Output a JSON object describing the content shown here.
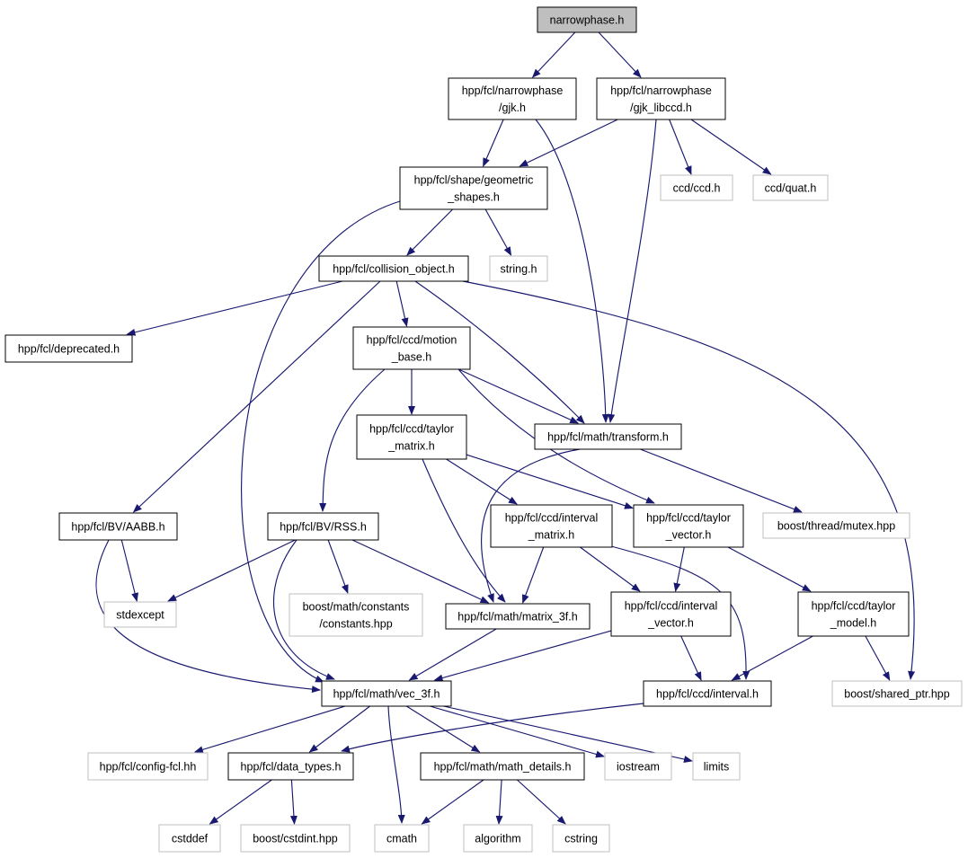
{
  "graph": {
    "edge_color": "#191970",
    "root_fill": "#bfbfbf",
    "local_border": "#000000",
    "system_border": "#bfbfbf",
    "nodes": [
      {
        "id": "narrowphase",
        "lines": [
          "narrowphase.h"
        ],
        "kind": "root"
      },
      {
        "id": "gjk",
        "lines": [
          "hpp/fcl/narrowphase",
          "/gjk.h"
        ],
        "kind": "local"
      },
      {
        "id": "gjk_libccd",
        "lines": [
          "hpp/fcl/narrowphase",
          "/gjk_libccd.h"
        ],
        "kind": "local"
      },
      {
        "id": "geometric_shapes",
        "lines": [
          "hpp/fcl/shape/geometric",
          "_shapes.h"
        ],
        "kind": "local"
      },
      {
        "id": "ccd",
        "lines": [
          "ccd/ccd.h"
        ],
        "kind": "system"
      },
      {
        "id": "quat",
        "lines": [
          "ccd/quat.h"
        ],
        "kind": "system"
      },
      {
        "id": "collision_object",
        "lines": [
          "hpp/fcl/collision_object.h"
        ],
        "kind": "local"
      },
      {
        "id": "string",
        "lines": [
          "string.h"
        ],
        "kind": "system"
      },
      {
        "id": "deprecated",
        "lines": [
          "hpp/fcl/deprecated.h"
        ],
        "kind": "local"
      },
      {
        "id": "motion_base",
        "lines": [
          "hpp/fcl/ccd/motion",
          "_base.h"
        ],
        "kind": "local"
      },
      {
        "id": "taylor_matrix",
        "lines": [
          "hpp/fcl/ccd/taylor",
          "_matrix.h"
        ],
        "kind": "local"
      },
      {
        "id": "transform",
        "lines": [
          "hpp/fcl/math/transform.h"
        ],
        "kind": "local"
      },
      {
        "id": "aabb",
        "lines": [
          "hpp/fcl/BV/AABB.h"
        ],
        "kind": "local"
      },
      {
        "id": "rss",
        "lines": [
          "hpp/fcl/BV/RSS.h"
        ],
        "kind": "local"
      },
      {
        "id": "interval_matrix",
        "lines": [
          "hpp/fcl/ccd/interval",
          "_matrix.h"
        ],
        "kind": "local"
      },
      {
        "id": "taylor_vector",
        "lines": [
          "hpp/fcl/ccd/taylor",
          "_vector.h"
        ],
        "kind": "local"
      },
      {
        "id": "mutex",
        "lines": [
          "boost/thread/mutex.hpp"
        ],
        "kind": "system"
      },
      {
        "id": "stdexcept",
        "lines": [
          "stdexcept"
        ],
        "kind": "system"
      },
      {
        "id": "constants",
        "lines": [
          "boost/math/constants",
          "/constants.hpp"
        ],
        "kind": "system"
      },
      {
        "id": "matrix_3f",
        "lines": [
          "hpp/fcl/math/matrix_3f.h"
        ],
        "kind": "local"
      },
      {
        "id": "interval_vector",
        "lines": [
          "hpp/fcl/ccd/interval",
          "_vector.h"
        ],
        "kind": "local"
      },
      {
        "id": "taylor_model",
        "lines": [
          "hpp/fcl/ccd/taylor",
          "_model.h"
        ],
        "kind": "local"
      },
      {
        "id": "vec_3f",
        "lines": [
          "hpp/fcl/math/vec_3f.h"
        ],
        "kind": "local"
      },
      {
        "id": "interval",
        "lines": [
          "hpp/fcl/ccd/interval.h"
        ],
        "kind": "local"
      },
      {
        "id": "shared_ptr",
        "lines": [
          "boost/shared_ptr.hpp"
        ],
        "kind": "system"
      },
      {
        "id": "config_fcl",
        "lines": [
          "hpp/fcl/config-fcl.hh"
        ],
        "kind": "system"
      },
      {
        "id": "data_types",
        "lines": [
          "hpp/fcl/data_types.h"
        ],
        "kind": "local"
      },
      {
        "id": "math_details",
        "lines": [
          "hpp/fcl/math/math_details.h"
        ],
        "kind": "local"
      },
      {
        "id": "iostream",
        "lines": [
          "iostream"
        ],
        "kind": "system"
      },
      {
        "id": "limits",
        "lines": [
          "limits"
        ],
        "kind": "system"
      },
      {
        "id": "cstddef",
        "lines": [
          "cstddef"
        ],
        "kind": "system"
      },
      {
        "id": "cstdint",
        "lines": [
          "boost/cstdint.hpp"
        ],
        "kind": "system"
      },
      {
        "id": "cmath",
        "lines": [
          "cmath"
        ],
        "kind": "system"
      },
      {
        "id": "algorithm",
        "lines": [
          "algorithm"
        ],
        "kind": "system"
      },
      {
        "id": "cstring",
        "lines": [
          "cstring"
        ],
        "kind": "system"
      }
    ],
    "edges": [
      {
        "from": "narrowphase",
        "to": "gjk"
      },
      {
        "from": "narrowphase",
        "to": "gjk_libccd"
      },
      {
        "from": "gjk",
        "to": "geometric_shapes"
      },
      {
        "from": "gjk",
        "to": "transform"
      },
      {
        "from": "gjk_libccd",
        "to": "geometric_shapes"
      },
      {
        "from": "gjk_libccd",
        "to": "transform"
      },
      {
        "from": "gjk_libccd",
        "to": "ccd"
      },
      {
        "from": "gjk_libccd",
        "to": "quat"
      },
      {
        "from": "geometric_shapes",
        "to": "collision_object"
      },
      {
        "from": "geometric_shapes",
        "to": "string"
      },
      {
        "from": "geometric_shapes",
        "to": "vec_3f"
      },
      {
        "from": "collision_object",
        "to": "deprecated"
      },
      {
        "from": "collision_object",
        "to": "motion_base"
      },
      {
        "from": "collision_object",
        "to": "aabb"
      },
      {
        "from": "collision_object",
        "to": "transform"
      },
      {
        "from": "collision_object",
        "to": "shared_ptr"
      },
      {
        "from": "motion_base",
        "to": "taylor_matrix"
      },
      {
        "from": "motion_base",
        "to": "transform"
      },
      {
        "from": "motion_base",
        "to": "rss"
      },
      {
        "from": "motion_base",
        "to": "taylor_vector"
      },
      {
        "from": "taylor_matrix",
        "to": "interval_matrix"
      },
      {
        "from": "taylor_matrix",
        "to": "taylor_vector"
      },
      {
        "from": "taylor_matrix",
        "to": "matrix_3f"
      },
      {
        "from": "transform",
        "to": "matrix_3f"
      },
      {
        "from": "transform",
        "to": "mutex"
      },
      {
        "from": "aabb",
        "to": "stdexcept"
      },
      {
        "from": "aabb",
        "to": "vec_3f"
      },
      {
        "from": "rss",
        "to": "stdexcept"
      },
      {
        "from": "rss",
        "to": "constants"
      },
      {
        "from": "rss",
        "to": "matrix_3f"
      },
      {
        "from": "rss",
        "to": "vec_3f"
      },
      {
        "from": "interval_matrix",
        "to": "matrix_3f"
      },
      {
        "from": "interval_matrix",
        "to": "interval_vector"
      },
      {
        "from": "interval_matrix",
        "to": "interval"
      },
      {
        "from": "taylor_vector",
        "to": "interval_vector"
      },
      {
        "from": "taylor_vector",
        "to": "taylor_model"
      },
      {
        "from": "matrix_3f",
        "to": "vec_3f"
      },
      {
        "from": "interval_vector",
        "to": "vec_3f"
      },
      {
        "from": "interval_vector",
        "to": "interval"
      },
      {
        "from": "taylor_model",
        "to": "interval"
      },
      {
        "from": "taylor_model",
        "to": "shared_ptr"
      },
      {
        "from": "interval",
        "to": "data_types"
      },
      {
        "from": "vec_3f",
        "to": "config_fcl"
      },
      {
        "from": "vec_3f",
        "to": "data_types"
      },
      {
        "from": "vec_3f",
        "to": "math_details"
      },
      {
        "from": "vec_3f",
        "to": "iostream"
      },
      {
        "from": "vec_3f",
        "to": "limits"
      },
      {
        "from": "vec_3f",
        "to": "cmath"
      },
      {
        "from": "data_types",
        "to": "cstddef"
      },
      {
        "from": "data_types",
        "to": "cstdint"
      },
      {
        "from": "math_details",
        "to": "cmath"
      },
      {
        "from": "math_details",
        "to": "algorithm"
      },
      {
        "from": "math_details",
        "to": "cstring"
      }
    ]
  }
}
